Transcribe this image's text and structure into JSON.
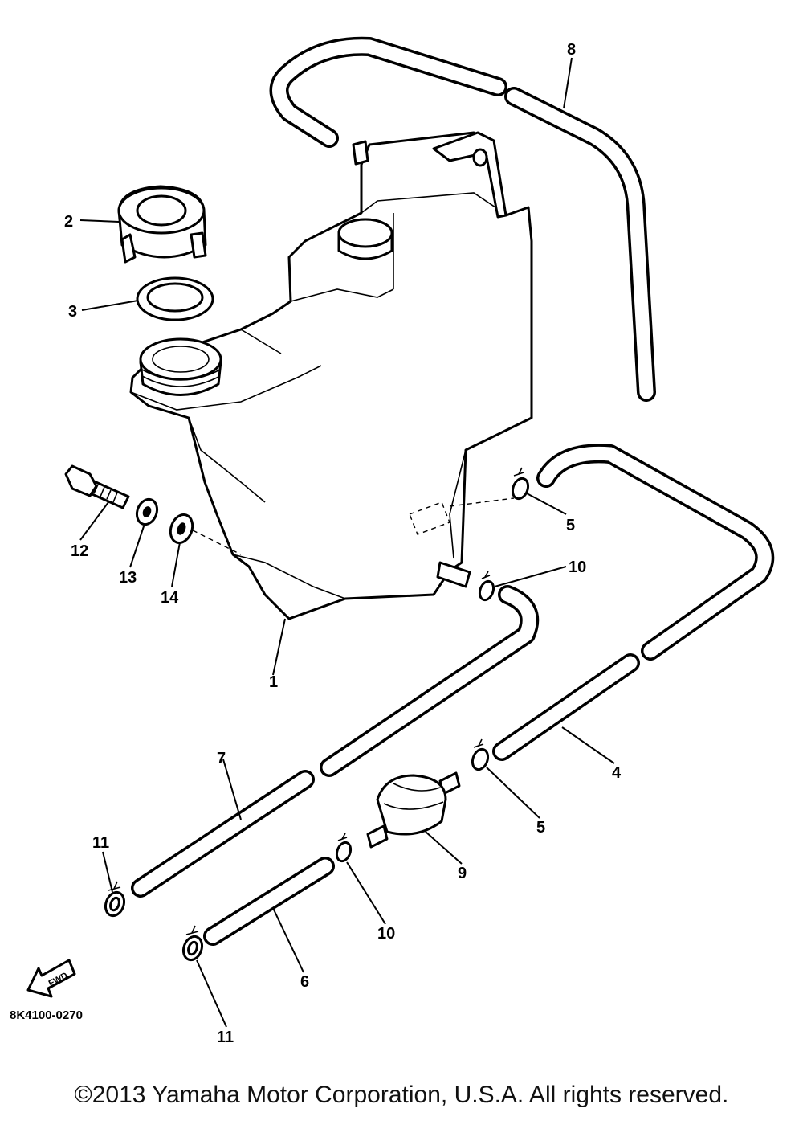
{
  "drawing_code": "8K4100-0270",
  "fwd_label": "FWD",
  "copyright": "©2013 Yamaha Motor Corporation, U.S.A. All rights reserved.",
  "callouts": {
    "c1": "1",
    "c2": "2",
    "c3": "3",
    "c4": "4",
    "c5a": "5",
    "c5b": "5",
    "c6": "6",
    "c7": "7",
    "c8": "8",
    "c9": "9",
    "c10a": "10",
    "c10b": "10",
    "c11a": "11",
    "c11b": "11",
    "c12": "12",
    "c13": "13",
    "c14": "14"
  }
}
